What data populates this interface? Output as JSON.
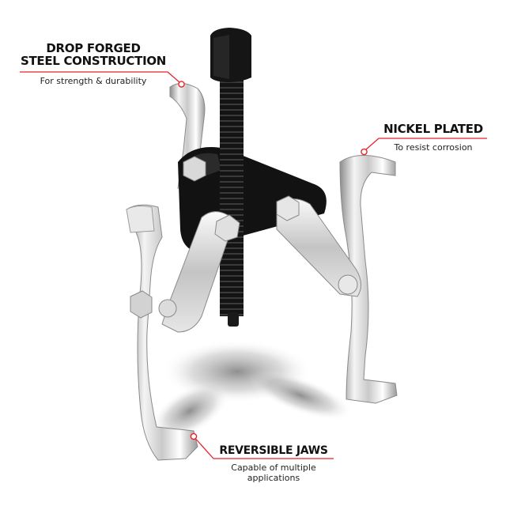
{
  "theme": {
    "accent": "#e8222a",
    "text": "#111111",
    "background": "#ffffff",
    "metal_light": "#f2f2f2",
    "metal_mid": "#bdbdbd",
    "metal_dark": "#7a7a7a",
    "black_part": "#121212"
  },
  "product": {
    "name": "three-jaw gear puller",
    "icon": "gear-puller-image"
  },
  "callouts": [
    {
      "id": "drop-forged",
      "title_line1": "DROP FORGED",
      "title_line2": "STEEL CONSTRUCTION",
      "subtitle": "For strength & durability"
    },
    {
      "id": "nickel-plated",
      "title_line1": "NICKEL PLATED",
      "subtitle": "To resist corrosion"
    },
    {
      "id": "reversible-jaws",
      "title_line1": "REVERSIBLE JAWS",
      "subtitle_line1": "Capable of multiple",
      "subtitle_line2": "applications"
    }
  ]
}
